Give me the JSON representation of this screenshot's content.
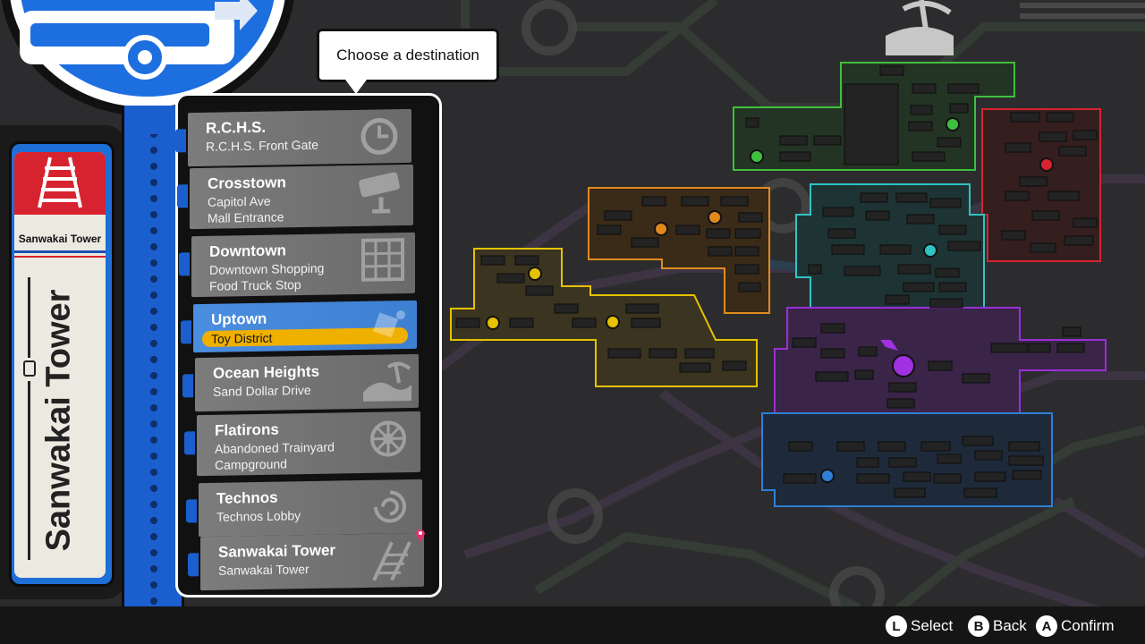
{
  "prompt": {
    "text": "Choose a destination"
  },
  "current_station": {
    "small_label": "Sanwakai Tower",
    "vertical_name": "Sanwakai Tower"
  },
  "destinations": [
    {
      "name": "R.C.H.S.",
      "subs": [
        "R.C.H.S. Front Gate"
      ],
      "icon": "clock-icon"
    },
    {
      "name": "Crosstown",
      "subs": [
        "Capitol Ave",
        "Mall Entrance"
      ],
      "icon": "security-camera-icon"
    },
    {
      "name": "Downtown",
      "subs": [
        "Downtown Shopping",
        "Food Truck Stop"
      ],
      "icon": "building-icon"
    },
    {
      "name": "Uptown",
      "subs": [
        "Toy District"
      ],
      "icon": "toy-icon",
      "selected": true
    },
    {
      "name": "Ocean Heights",
      "subs": [
        "Sand Dollar Drive"
      ],
      "icon": "wave-palm-icon"
    },
    {
      "name": "Flatirons",
      "subs": [
        "Abandoned Trainyard",
        "Campground"
      ],
      "icon": "wheel-icon"
    },
    {
      "name": "Technos",
      "subs": [
        "Technos Lobby"
      ],
      "icon": "swirl-icon"
    },
    {
      "name": "Sanwakai Tower",
      "subs": [
        "Sanwakai Tower"
      ],
      "icon": "rail-track-icon",
      "current": true
    }
  ],
  "controls": [
    {
      "button": "L",
      "label": "Select"
    },
    {
      "button": "B",
      "label": "Back"
    },
    {
      "button": "A",
      "label": "Confirm"
    }
  ],
  "colors": {
    "rail_blue": "#1b5fcf",
    "selected_blue": "#4b8ee0",
    "highlight_yellow": "#f0b000",
    "station_red": "#d7232f",
    "district_yellow": "#e6c200",
    "district_orange": "#e08a1e",
    "district_green": "#3fbf3f",
    "district_teal": "#2fc4c4",
    "district_red": "#d7232f",
    "district_purple": "#9a2fd6",
    "district_blue": "#2f7fd6"
  }
}
